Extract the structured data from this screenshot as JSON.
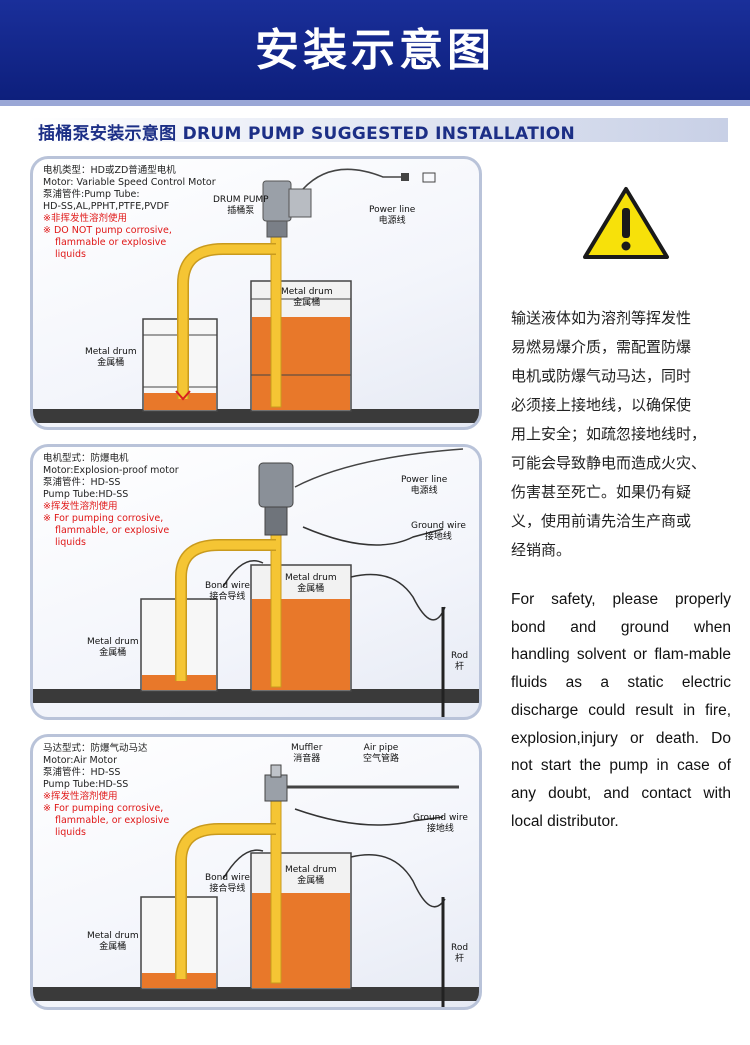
{
  "banner": {
    "title": "安装示意图"
  },
  "section": {
    "title": "插桶泵安装示意图 DRUM PUMP SUGGESTED INSTALLATION"
  },
  "panels": [
    {
      "spec_lines": [
        "电机类型：HD或ZD普通型电机",
        "Motor: Variable Speed Control Motor",
        "泵浦管件:Pump Tube:",
        "HD-SS,AL,PPHT,PTFE,PVDF"
      ],
      "warn_lines": [
        "※非挥发性溶剂使用",
        "※ DO NOT pump corrosive,",
        "flammable or explosive",
        "liquids"
      ],
      "labels": {
        "drum_pump_en": "DRUM PUMP",
        "drum_pump_cn": "插桶泵",
        "power_line_en": "Power line",
        "power_line_cn": "电源线",
        "metal_drum_right_en": "Metal drum",
        "metal_drum_right_cn": "金属桶",
        "metal_drum_left_en": "Metal drum",
        "metal_drum_left_cn": "金属桶"
      }
    },
    {
      "spec_lines": [
        "电机型式：防爆电机",
        "Motor:Explosion-proof motor",
        "泵浦管件：HD-SS",
        "Pump Tube:HD-SS"
      ],
      "warn_lines": [
        "※挥发性溶剂使用",
        "※ For pumping corrosive,",
        "flammable, or explosive",
        "liquids"
      ],
      "labels": {
        "power_line_en": "Power line",
        "power_line_cn": "电源线",
        "ground_wire_en": "Ground wire",
        "ground_wire_cn": "接地线",
        "bond_wire_en": "Bond wire",
        "bond_wire_cn": "接合导线",
        "metal_drum_right_en": "Metal drum",
        "metal_drum_right_cn": "金属桶",
        "metal_drum_left_en": "Metal drum",
        "metal_drum_left_cn": "金属桶",
        "rod_en": "Rod",
        "rod_cn": "杆"
      }
    },
    {
      "spec_lines": [
        "马达型式：防爆气动马达",
        "Motor:Air Motor",
        "泵浦管件：HD-SS",
        "Pump Tube:HD-SS"
      ],
      "warn_lines": [
        "※挥发性溶剂使用",
        "※ For pumping corrosive,",
        "flammable, or explosive",
        "liquids"
      ],
      "labels": {
        "muffler_en": "Muffler",
        "muffler_cn": "消音器",
        "air_pipe_en": "Air pipe",
        "air_pipe_cn": "空气管路",
        "ground_wire_en": "Ground wire",
        "ground_wire_cn": "接地线",
        "bond_wire_en": "Bond wire",
        "bond_wire_cn": "接合导线",
        "metal_drum_right_en": "Metal drum",
        "metal_drum_right_cn": "金属桶",
        "metal_drum_left_en": "Metal drum",
        "metal_drum_left_cn": "金属桶",
        "rod_en": "Rod",
        "rod_cn": "杆"
      }
    }
  ],
  "notice": {
    "cn_lines": [
      "输送液体如为溶剂等挥发性",
      "易燃易爆介质，需配置防爆",
      "电机或防爆气动马达，同时",
      "必须接上接地线，以确保使",
      "用上安全；如疏忽接地线时，",
      "可能会导致静电而造成火灾、",
      "伤害甚至死亡。如果仍有疑",
      "义，使用前请先洽生产商或",
      "经销商。"
    ],
    "en_text": "For safety, please properly bond and ground when handling solvent or flam-mable fluids as a static electric discharge could result in fire, explosion,injury or death. Do not start the pump in case of any doubt, and contact with local distributor."
  },
  "colors": {
    "banner": "#13268c",
    "section_title": "#1c2f86",
    "liquid": "#e8782a",
    "pipe": "#f5c534",
    "warning_yellow": "#f7e10a",
    "warning_red": "#e01818"
  }
}
